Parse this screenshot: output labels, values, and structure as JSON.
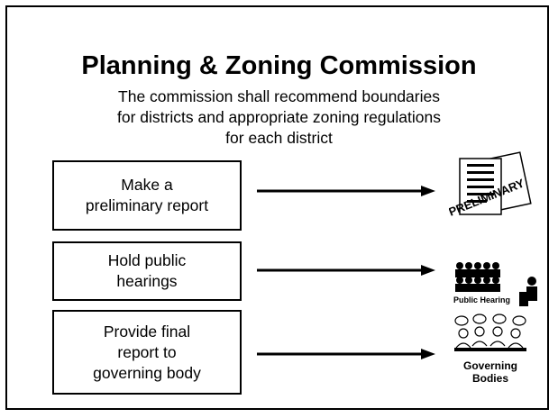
{
  "slide": {
    "title": "Planning & Zoning Commission",
    "subtitle_lines": [
      "The commission shall recommend boundaries",
      "for districts and appropriate zoning regulations",
      "for each district"
    ]
  },
  "steps": [
    {
      "lines": [
        "Make a",
        "preliminary report"
      ],
      "icon": "preliminary-report-icon",
      "icon_label": "PRELIMINARY"
    },
    {
      "lines": [
        "Hold public",
        "hearings"
      ],
      "icon": "public-hearing-icon",
      "icon_label": "Public Hearing"
    },
    {
      "lines": [
        "Provide final",
        "report to",
        "governing body"
      ],
      "icon": "governing-bodies-icon",
      "icon_label_lines": [
        "Governing",
        "Bodies"
      ]
    }
  ]
}
